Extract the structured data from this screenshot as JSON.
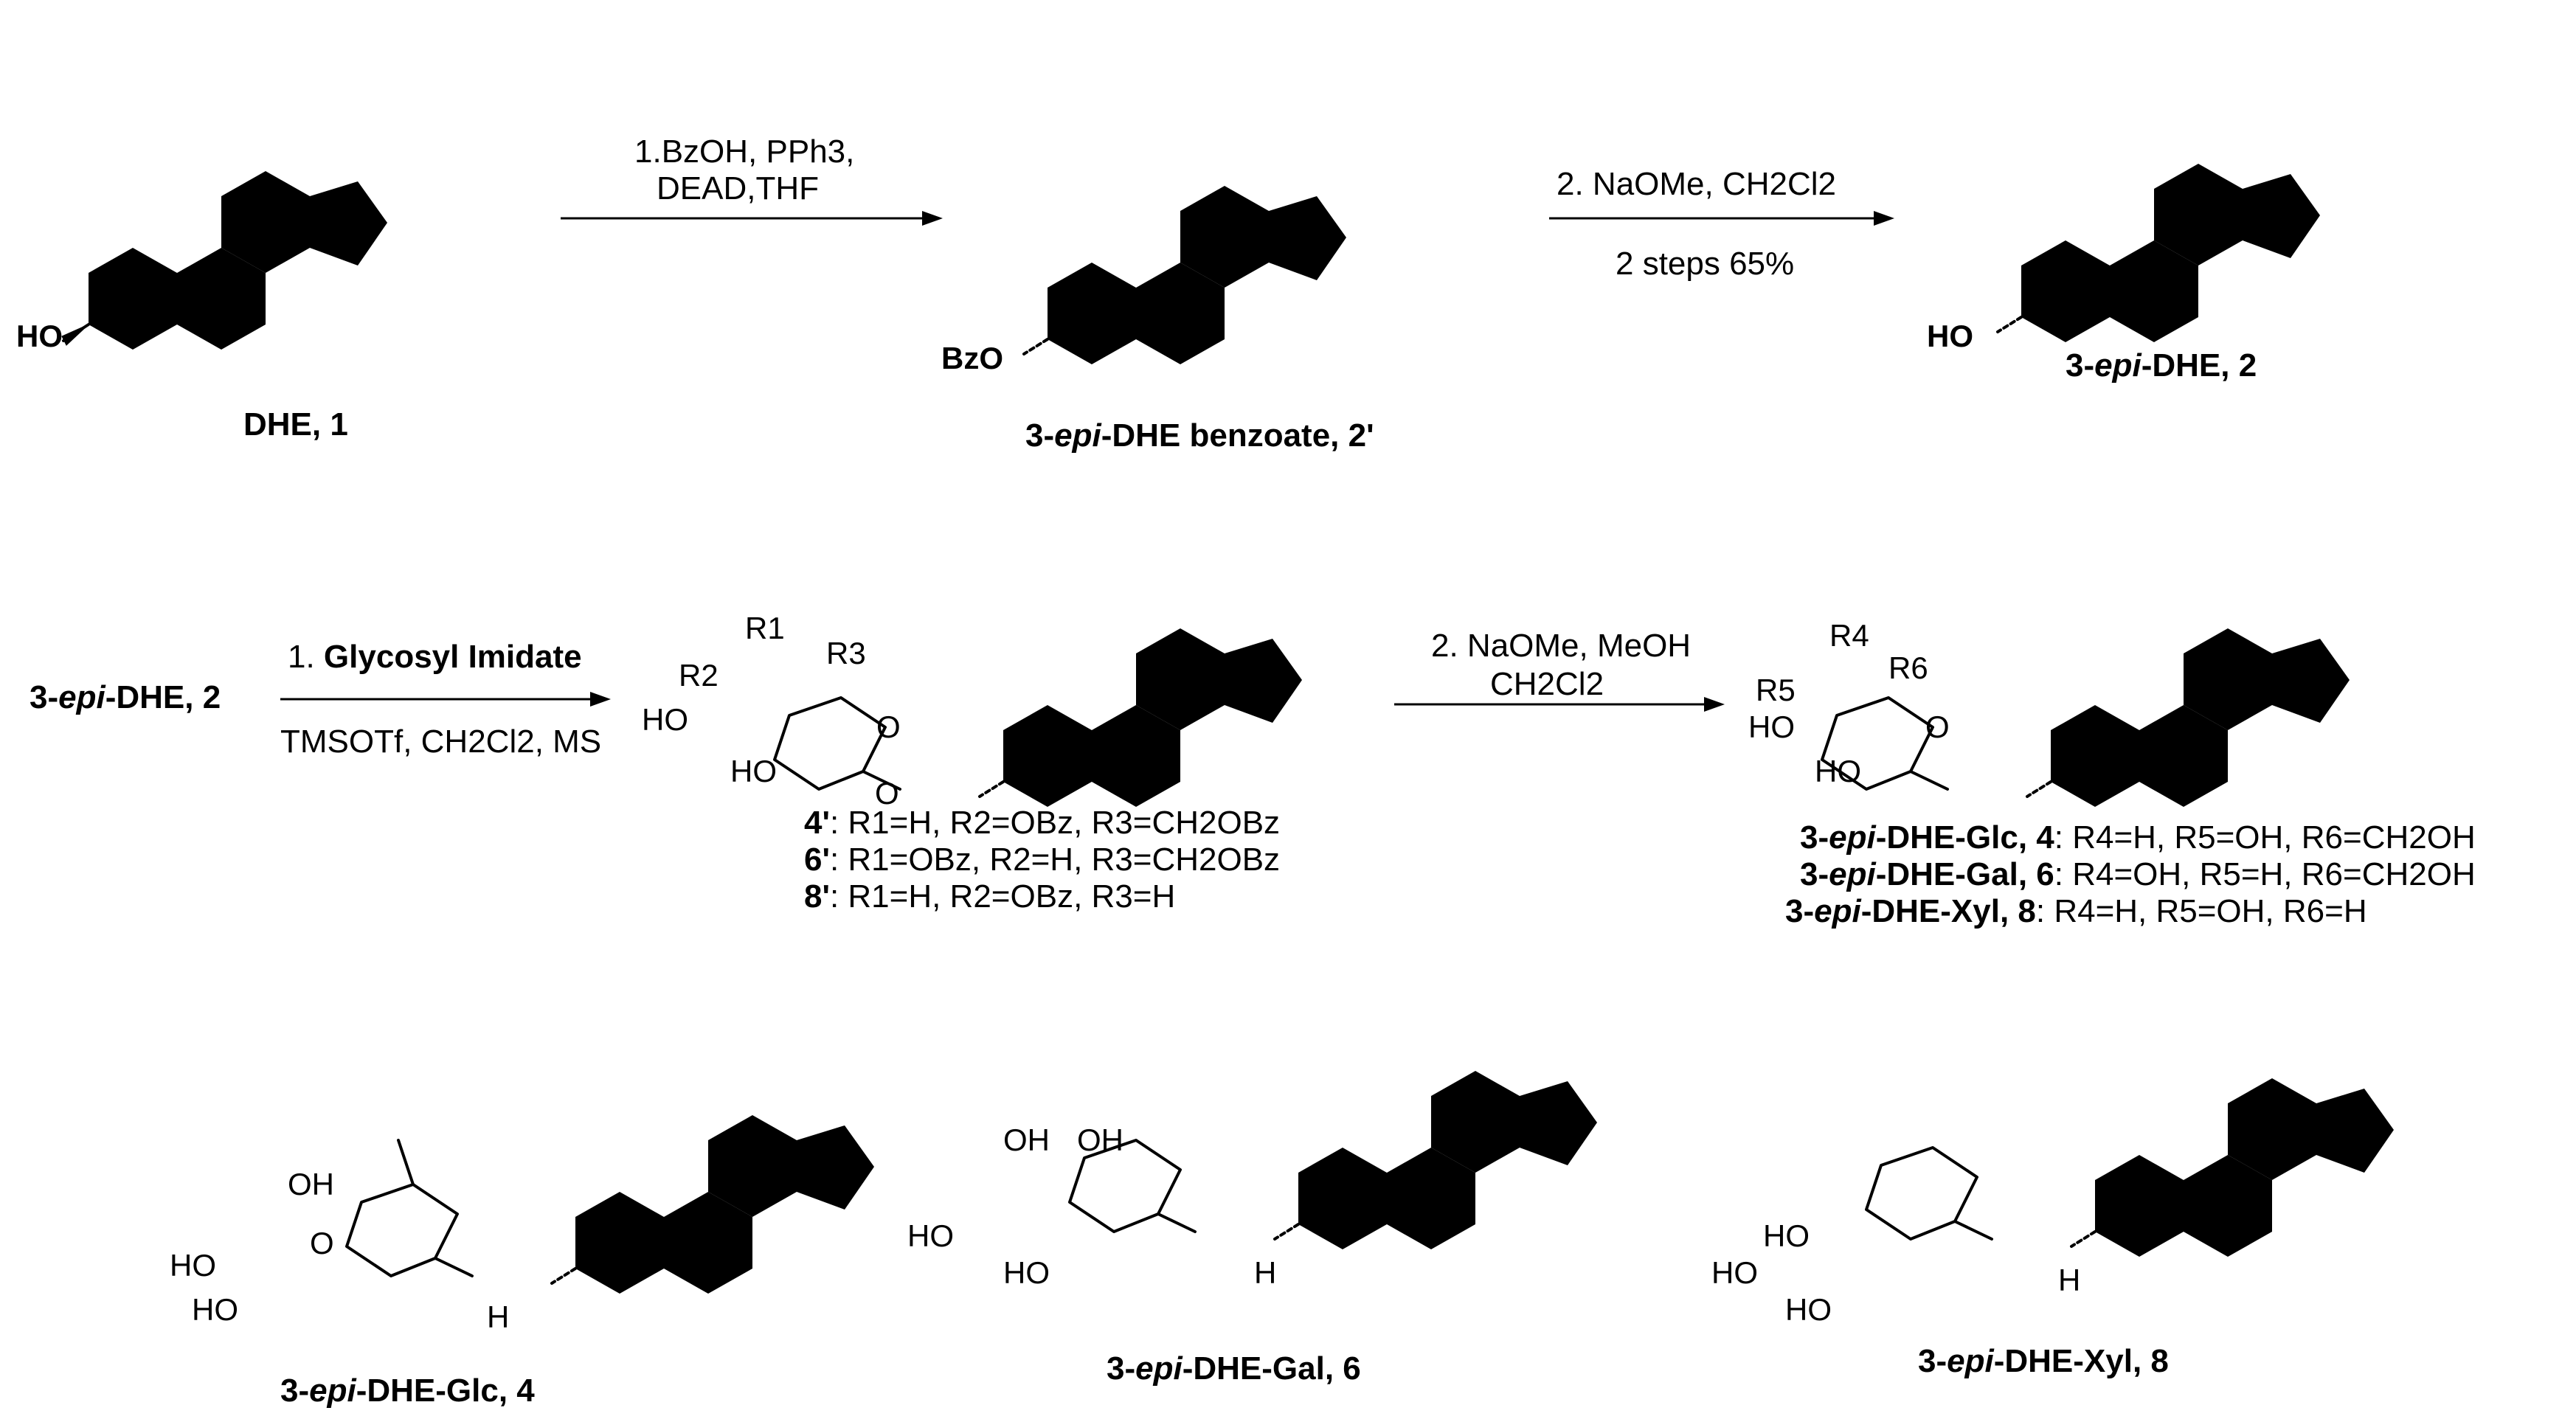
{
  "compounds": {
    "dhe": "DHE, 1",
    "benzoate_pre": "3-",
    "benzoate_epi": "epi",
    "benzoate_post": "-DHE benzoate, 2'",
    "epi_dhe_pre": "3-",
    "epi_dhe_epi": "epi",
    "epi_dhe_post": "-DHE, 2",
    "start2_pre": "3-",
    "start2_epi": "epi",
    "start2_post": "-DHE, 2",
    "glc_pre": "3-",
    "glc_epi": "epi",
    "glc_post": "-DHE-Glc, 4",
    "gal_pre": "3-",
    "gal_epi": "epi",
    "gal_post": "-DHE-Gal, 6",
    "xyl_pre": "3-",
    "xyl_epi": "epi",
    "xyl_post": "-DHE-Xyl, 8"
  },
  "conditions": {
    "step1_line1": "1.BzOH, PPh3,",
    "step1_line2": "DEAD,THF",
    "step2_line1": "2. NaOMe, CH2Cl2",
    "step2_line2": "2 steps 65%",
    "glyco_line1_pre": "1. ",
    "glyco_line1_bold": "Glycosyl Imidate",
    "glyco_line2": "TMSOTf, CH2Cl2, MS",
    "deprot_line1": "2. NaOMe, MeOH",
    "deprot_line2": "CH2Cl2"
  },
  "atoms": {
    "ho": "HO",
    "bzo": "BzO",
    "o": "O",
    "h": "H",
    "oh": "OH",
    "r1": "R1",
    "r2": "R2",
    "r3": "R3",
    "r4": "R4",
    "r5": "R5",
    "r6": "R6"
  },
  "legends": {
    "protected": [
      {
        "label": "4'",
        "text": ": R1=H, R2=OBz, R3=CH2OBz"
      },
      {
        "label": "6'",
        "text": ": R1=OBz, R2=H, R3=CH2OBz"
      },
      {
        "label": "8'",
        "text": ": R1=H, R2=OBz, R3=H"
      }
    ],
    "final": [
      {
        "label_pre": "3-",
        "label_epi": "epi",
        "label_post": "-DHE-Glc, 4",
        "text": ": R4=H, R5=OH, R6=CH2OH"
      },
      {
        "label_pre": "3-",
        "label_epi": "epi",
        "label_post": "-DHE-Gal, 6",
        "text": ": R4=OH, R5=H, R6=CH2OH"
      },
      {
        "label_pre": "3-",
        "label_epi": "epi",
        "label_post": "-DHE-Xyl, 8",
        "text": ": R4=H, R5=OH, R6=H"
      }
    ]
  }
}
